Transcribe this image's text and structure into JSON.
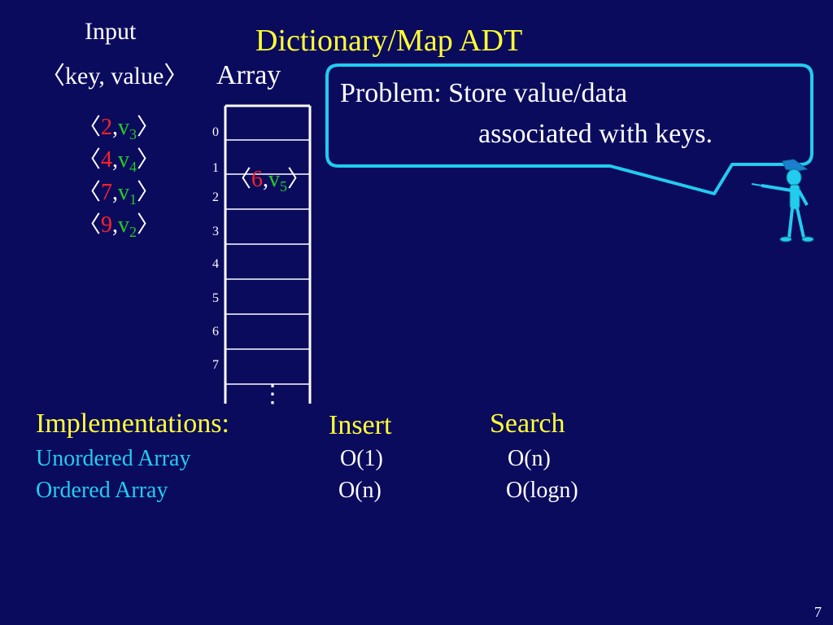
{
  "slide": {
    "title": "Dictionary/Map ADT",
    "page_number": "7"
  },
  "input": {
    "heading": "Input",
    "subheading": "〈key, value〉",
    "pairs": [
      {
        "key": "2",
        "value": "v",
        "sub": "3"
      },
      {
        "key": "4",
        "value": "v",
        "sub": "4"
      },
      {
        "key": "7",
        "value": "v",
        "sub": "1"
      },
      {
        "key": "9",
        "value": "v",
        "sub": "2"
      }
    ]
  },
  "array": {
    "heading": "Array",
    "indices": [
      "0",
      "1",
      "2",
      "3",
      "4",
      "5",
      "6",
      "7"
    ],
    "stored": {
      "key": "6",
      "value": "v",
      "sub": "5"
    },
    "ellipsis": "⋮"
  },
  "callout": {
    "line1": "Problem: Store value/data",
    "line2": "associated with keys.",
    "border_color": "#22ccee"
  },
  "implementations": {
    "heading": "Implementations:",
    "columns": [
      "Insert",
      "Search"
    ],
    "rows": [
      {
        "label": "Unordered Array",
        "insert": "O(1)",
        "search": "O(n)"
      },
      {
        "label": "Ordered Array",
        "insert": "O(n)",
        "search": "O(logn)"
      }
    ]
  },
  "colors": {
    "background": "#0b0b5e",
    "title": "#ffff33",
    "key": "#ff2222",
    "value": "#22cc22",
    "row_label": "#22ccee"
  }
}
